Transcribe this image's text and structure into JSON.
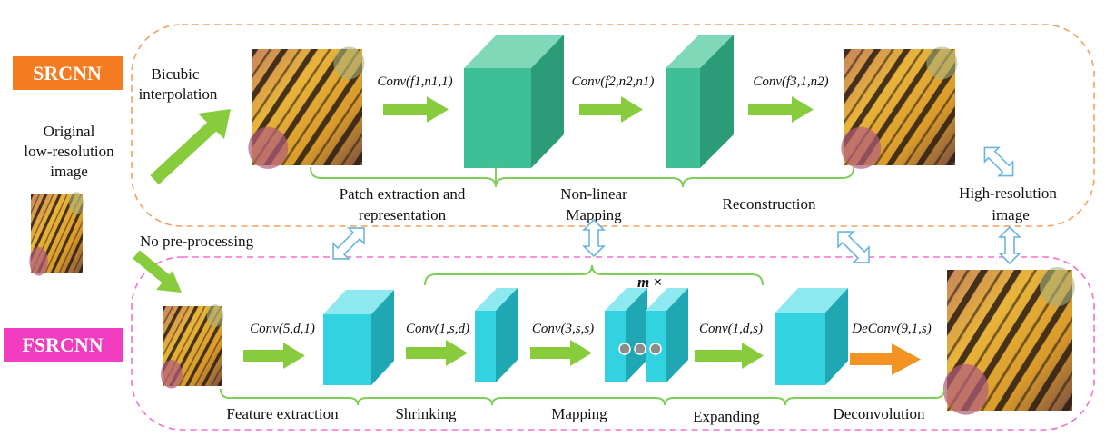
{
  "tags": {
    "srcnn": "SRCNN",
    "fsrcnn": "FSRCNN"
  },
  "labels": {
    "bicubic_1": "Bicubic",
    "bicubic_2": "interpolation",
    "orig_1": "Original",
    "orig_2": "low-resolution",
    "orig_3": "image",
    "no_pre": "No pre-processing",
    "patch_1": "Patch extraction and",
    "patch_2": "representation",
    "nonlin_1": "Non-linear",
    "nonlin_2": "Mapping",
    "recon": "Reconstruction",
    "hires_1": "High-resolution",
    "hires_2": "image",
    "m_times": "m ×",
    "feature": "Feature extraction",
    "shrinking": "Shrinking",
    "mapping": "Mapping",
    "expanding": "Expanding",
    "deconv": "Deconvolution"
  },
  "srcnn_ops": [
    "Conv(f1,n1,1)",
    "Conv(f2,n2,n1)",
    "Conv(f3,1,n2)"
  ],
  "fsrcnn_ops": [
    "Conv(5,d,1)",
    "Conv(1,s,d)",
    "Conv(3,s,s)",
    "Conv(1,d,s)",
    "DeConv(9,1,s)"
  ],
  "colors": {
    "srcnn_tag": "#f47b20",
    "fsrcnn_tag": "#f03cbe",
    "srcnn_border": "#f4a060",
    "fsrcnn_border": "#f070d0",
    "srcnn_block": "#3fbf96",
    "fsrcnn_block": "#33d2e0",
    "arrow_green": "#88cc3d",
    "arrow_orange": "#f39324",
    "brace": "#7dcf5a",
    "link_arrow": "#a9d8f2"
  }
}
